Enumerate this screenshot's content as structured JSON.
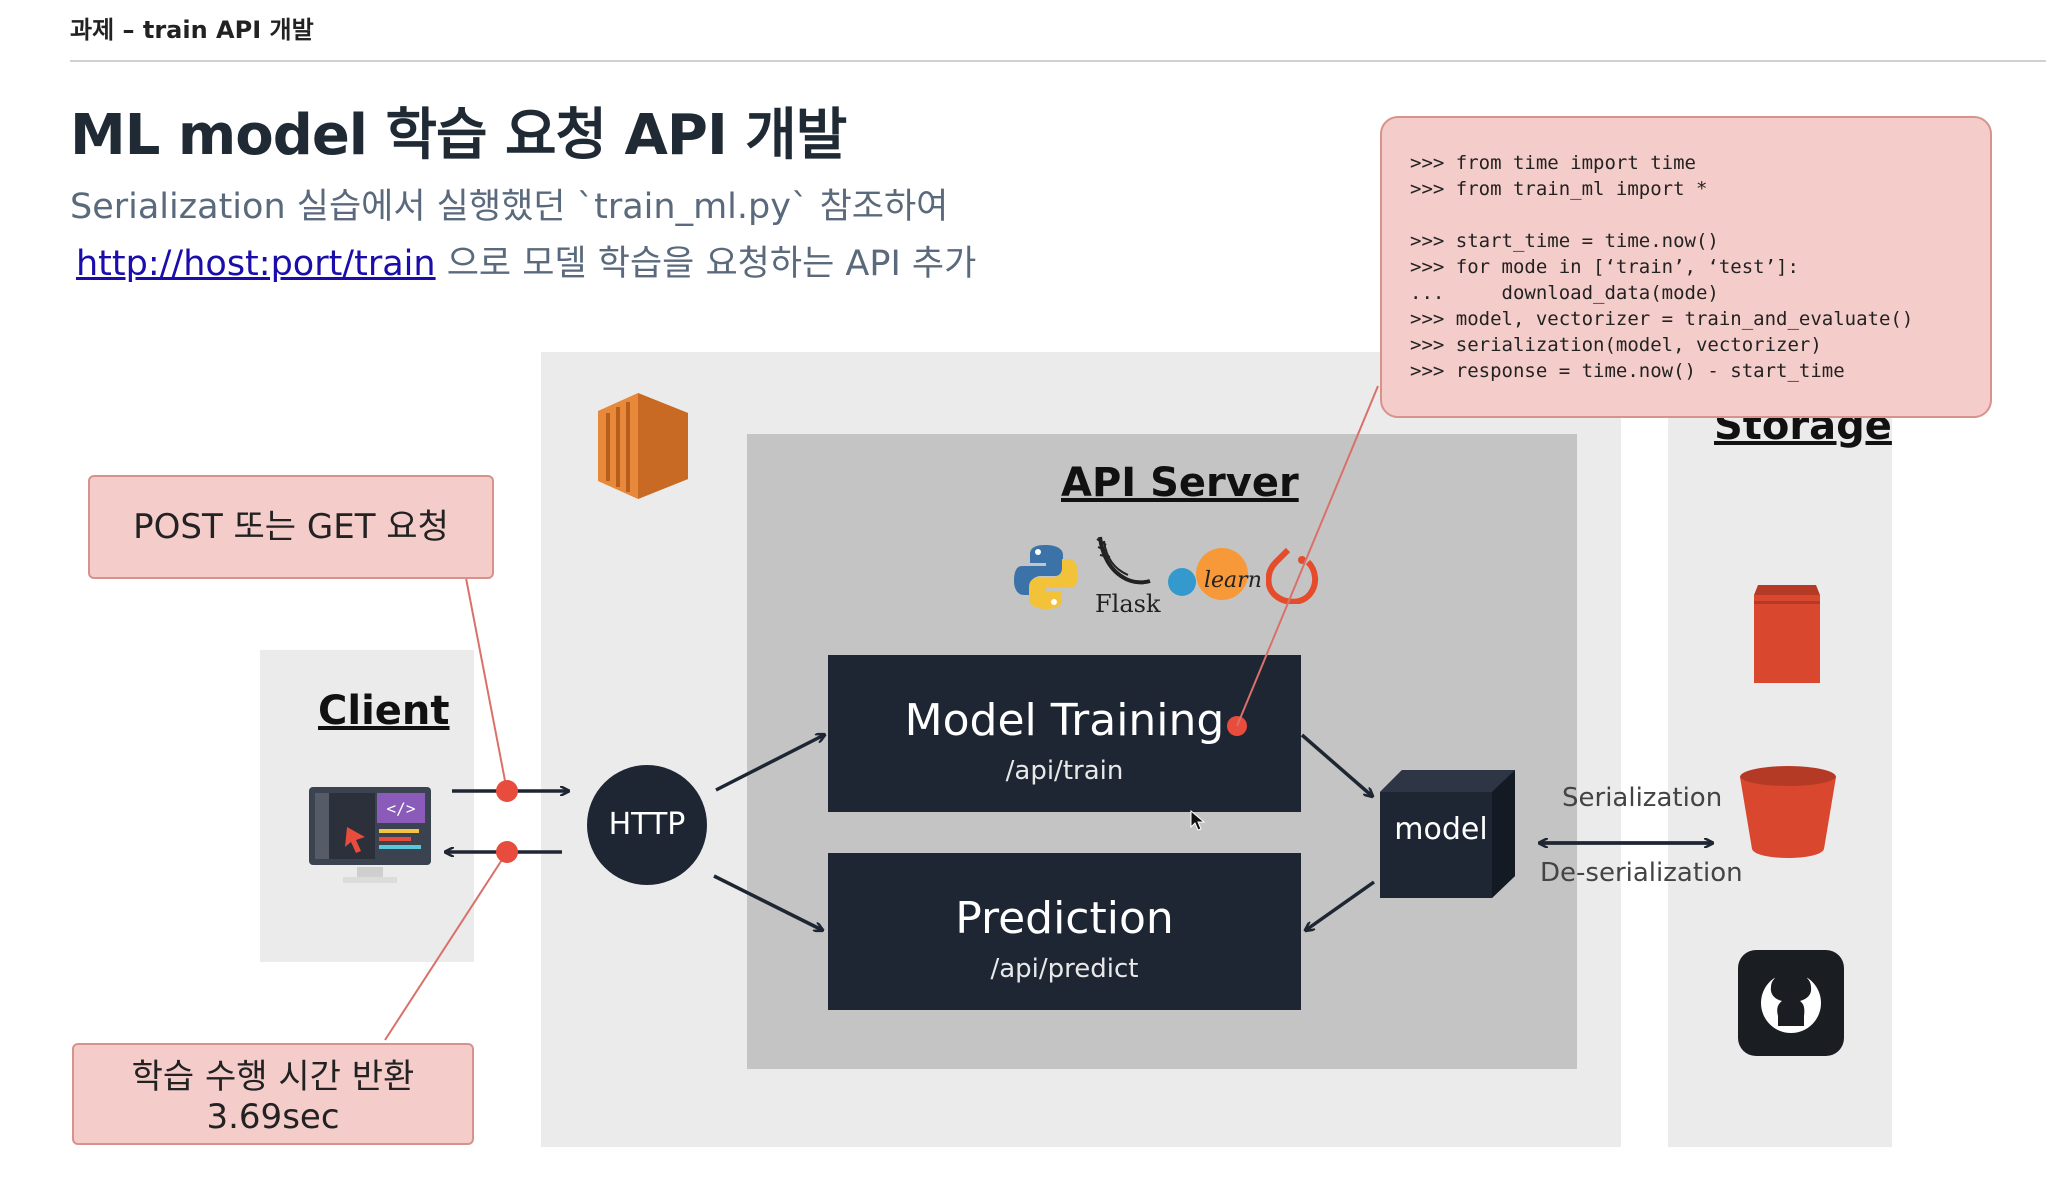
{
  "header": {
    "breadcrumb": "과제 – train API 개발"
  },
  "title": "ML model 학습 요청 API 개발",
  "subtitle": {
    "line1": "Serialization 실습에서 실행했던 `train_ml.py` 참조하여",
    "link": "http://host:port/train",
    "line2_rest": " 으로 모델 학습을 요청하는 API 추가"
  },
  "diagram": {
    "client_label": "Client",
    "api_server_label": "API Server",
    "storage_label": "Storage",
    "http_label": "HTTP",
    "model_label": "model",
    "flask_label": "Flask",
    "sklearn_label": "learn",
    "train_box": {
      "title": "Model Training",
      "path": "/api/train"
    },
    "predict_box": {
      "title": "Prediction",
      "path": "/api/predict"
    },
    "serialization": "Serialization",
    "deserialization": "De-serialization",
    "colors": {
      "dark": "#1f2633",
      "callout": "#f4cdcb",
      "accent_red": "#e74c3c",
      "aws_orange": "#e8883a"
    }
  },
  "callouts": {
    "request": "POST 또는 GET 요청",
    "response_line1": "학습 수행 시간 반환",
    "response_line2": "3.69sec"
  },
  "code": [
    ">>> from time import time",
    ">>> from train_ml import *",
    "",
    ">>> start_time = time.now()",
    ">>> for mode in [‘train’, ‘test’]:",
    "...     download_data(mode)",
    ">>> model, vectorizer = train_and_evaluate()",
    ">>> serialization(model, vectorizer)",
    ">>> response = time.now() - start_time"
  ]
}
